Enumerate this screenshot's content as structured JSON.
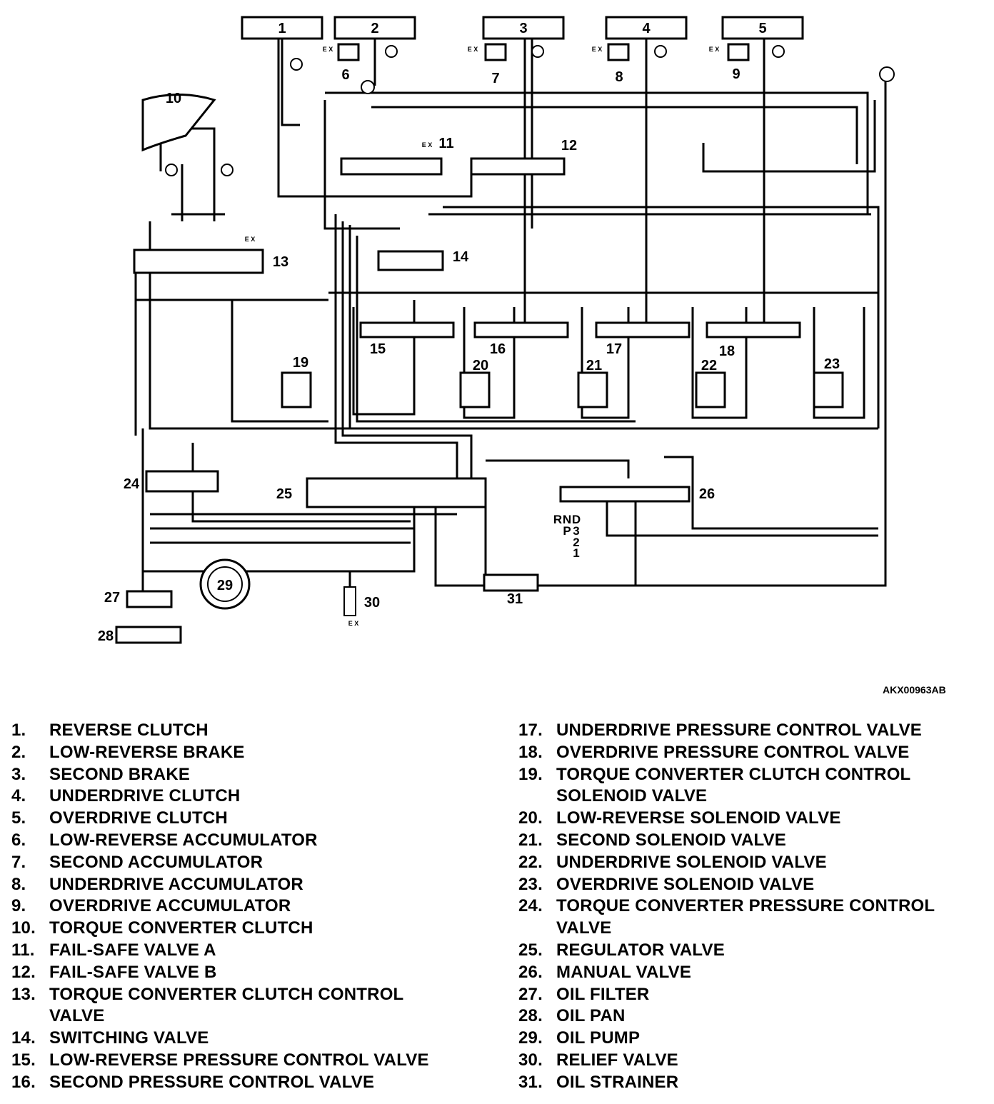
{
  "diagram": {
    "reference_code": "AKX00963AB",
    "component_numbers": [
      "1",
      "2",
      "3",
      "4",
      "5",
      "6",
      "7",
      "8",
      "9",
      "10",
      "11",
      "12",
      "13",
      "14",
      "15",
      "16",
      "17",
      "18",
      "19",
      "20",
      "21",
      "22",
      "23",
      "24",
      "25",
      "26",
      "27",
      "28",
      "29",
      "30",
      "31"
    ],
    "manual_valve_positions": [
      "R",
      "N",
      "D",
      "P",
      "3",
      "2",
      "1"
    ],
    "exhaust_mark": "E X"
  },
  "legend": {
    "left": [
      {
        "num": "1.",
        "text": "REVERSE CLUTCH"
      },
      {
        "num": "2.",
        "text": "LOW-REVERSE BRAKE"
      },
      {
        "num": "3.",
        "text": "SECOND BRAKE"
      },
      {
        "num": "4.",
        "text": "UNDERDRIVE CLUTCH"
      },
      {
        "num": "5.",
        "text": "OVERDRIVE CLUTCH"
      },
      {
        "num": "6.",
        "text": "LOW-REVERSE ACCUMULATOR"
      },
      {
        "num": "7.",
        "text": "SECOND ACCUMULATOR"
      },
      {
        "num": "8.",
        "text": "UNDERDRIVE ACCUMULATOR"
      },
      {
        "num": "9.",
        "text": "OVERDRIVE ACCUMULATOR"
      },
      {
        "num": "10.",
        "text": "TORQUE CONVERTER CLUTCH"
      },
      {
        "num": "11.",
        "text": "FAIL-SAFE VALVE A"
      },
      {
        "num": "12.",
        "text": "FAIL-SAFE VALVE B"
      },
      {
        "num": "13.",
        "text": "TORQUE CONVERTER CLUTCH CONTROL"
      },
      {
        "num": "",
        "text": "VALVE"
      },
      {
        "num": "14.",
        "text": "SWITCHING VALVE"
      },
      {
        "num": "15.",
        "text": "LOW-REVERSE PRESSURE CONTROL VALVE"
      },
      {
        "num": "16.",
        "text": "SECOND PRESSURE CONTROL VALVE"
      }
    ],
    "right": [
      {
        "num": "17.",
        "text": "UNDERDRIVE PRESSURE CONTROL VALVE"
      },
      {
        "num": "18.",
        "text": "OVERDRIVE PRESSURE CONTROL VALVE"
      },
      {
        "num": "19.",
        "text": "TORQUE CONVERTER CLUTCH CONTROL"
      },
      {
        "num": "",
        "text": "SOLENOID VALVE"
      },
      {
        "num": "20.",
        "text": "LOW-REVERSE SOLENOID VALVE"
      },
      {
        "num": "21.",
        "text": "SECOND SOLENOID VALVE"
      },
      {
        "num": "22.",
        "text": "UNDERDRIVE SOLENOID VALVE"
      },
      {
        "num": "23.",
        "text": "OVERDRIVE SOLENOID VALVE"
      },
      {
        "num": "24.",
        "text": "TORQUE CONVERTER PRESSURE CONTROL"
      },
      {
        "num": "",
        "text": "VALVE"
      },
      {
        "num": "25.",
        "text": "REGULATOR VALVE"
      },
      {
        "num": "26.",
        "text": "MANUAL VALVE"
      },
      {
        "num": "27.",
        "text": "OIL FILTER"
      },
      {
        "num": "28.",
        "text": "OIL PAN"
      },
      {
        "num": "29.",
        "text": "OIL PUMP"
      },
      {
        "num": "30.",
        "text": "RELIEF VALVE"
      },
      {
        "num": "31.",
        "text": "OIL STRAINER"
      }
    ]
  }
}
